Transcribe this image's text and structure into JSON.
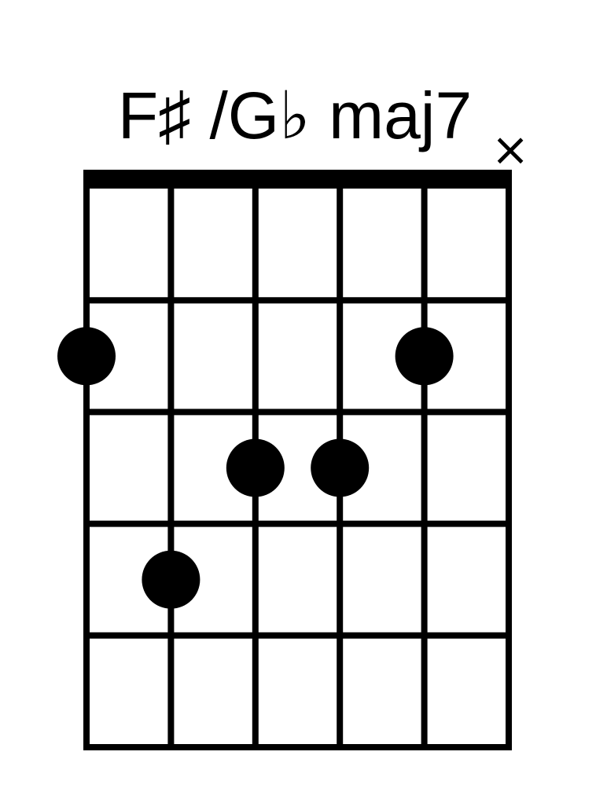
{
  "chord": {
    "title": "F♯ /G♭ maj7"
  },
  "fretboard": {
    "strings": 6,
    "frets": 5,
    "nut": true
  },
  "string_markers": [
    {
      "string": 6,
      "symbol": "×",
      "icon": "muted-string-x-icon"
    }
  ],
  "finger_dots": [
    {
      "string": 1,
      "fret": 2
    },
    {
      "string": 5,
      "fret": 2
    },
    {
      "string": 3,
      "fret": 3
    },
    {
      "string": 4,
      "fret": 3
    },
    {
      "string": 2,
      "fret": 4
    }
  ],
  "colors": {
    "ink": "#000000",
    "background": "#ffffff"
  }
}
